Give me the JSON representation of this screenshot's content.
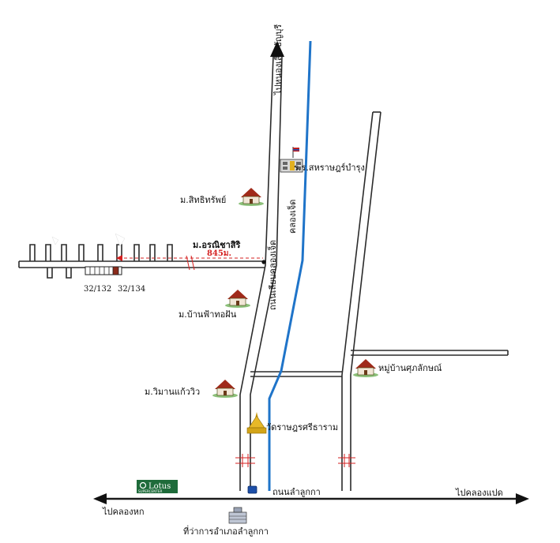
{
  "labels": {
    "road_top": "ไปหนองเสือ-ธัญบุรี",
    "road_left_vertical": "ถนนเลียบคลองเจ็ด",
    "canal_label": "คลองเจ็ด",
    "school": "ร.ร.สหราษฎร์บำรุง",
    "village_sittisap": "ม.สิทธิทรัพย์",
    "target_village": "ม.อรณิชาสิริ",
    "distance": "845ม.",
    "house_a": "32/132",
    "house_b": "32/134",
    "village_banfa": "ม.บ้านฟ้าทอฝัน",
    "village_suphalak": "หมู่บ้านศุภลักษณ์",
    "village_wiman": "ม.วิมานแก้ววิว",
    "temple": "วัดราษฎรศรีธาราม",
    "road_lamlukka": "ถนนลำลูกกา",
    "to_khlong_pad": "ไปคลองแปด",
    "to_khlong_hok": "ไปคลองหก",
    "district_office": "ที่ว่าการอำเภอลำลูกกา",
    "lotus_name": "Lotus",
    "lotus_sub": "SUPERCENTER"
  },
  "colors": {
    "canal": "#1f74c9",
    "distance": "#d42020",
    "lotus": "#1e6b3a"
  },
  "icons": {
    "school": "school-building-icon",
    "house": "house-icon",
    "temple": "temple-icon",
    "office": "office-building-icon",
    "lotus": "lotus-logo-icon"
  }
}
